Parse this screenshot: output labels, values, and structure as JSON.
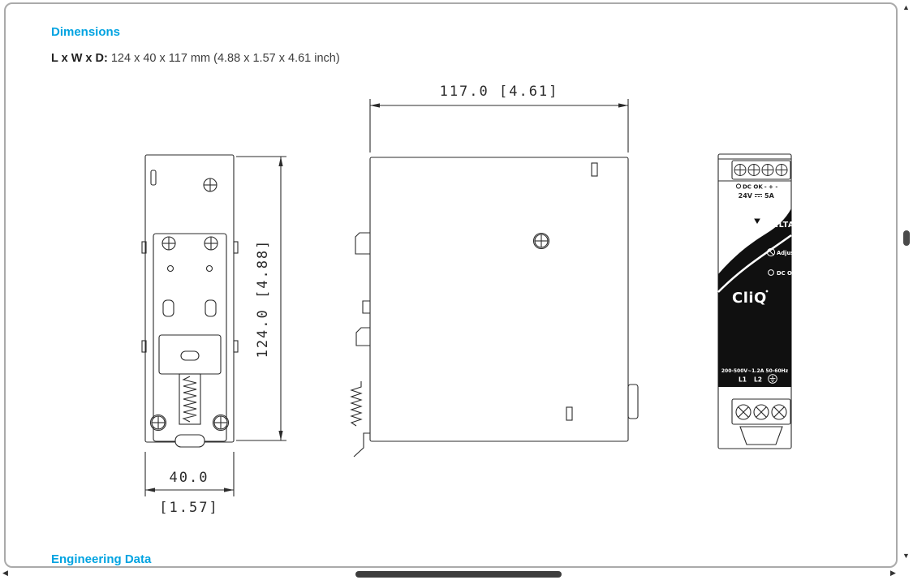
{
  "colors": {
    "accent": "#00a3e1",
    "line": "#2b2b2b",
    "label_panel": "#101010"
  },
  "page": {
    "sections": {
      "dimensions": "Dimensions",
      "engineering": "Engineering Data"
    },
    "dimensions_line": {
      "label": "L x W x D:",
      "value": " 124 x 40 x 117 mm (4.88 x 1.57 x 4.61 inch)"
    }
  },
  "drawing": {
    "depth_dim": "117.0 [4.61]",
    "height_dim": "124.0 [4.88]",
    "width_mm": "40.0",
    "width_inch": "[1.57]"
  },
  "device": {
    "dc_ok_top": "DC OK",
    "polarity": "- + -",
    "output_voltage": "24V",
    "output_current": "5A",
    "brand": "DELTA",
    "adjust_label": "Adjust",
    "dc_ok_label": "DC OK",
    "model": "CliQ",
    "input_rating": "200-500V~1.2A 50-60Hz",
    "input_l1": "L1",
    "input_l2": "L2"
  },
  "scrollbars": {
    "up": "▲",
    "down": "▼",
    "left": "◀",
    "right": "▶"
  }
}
